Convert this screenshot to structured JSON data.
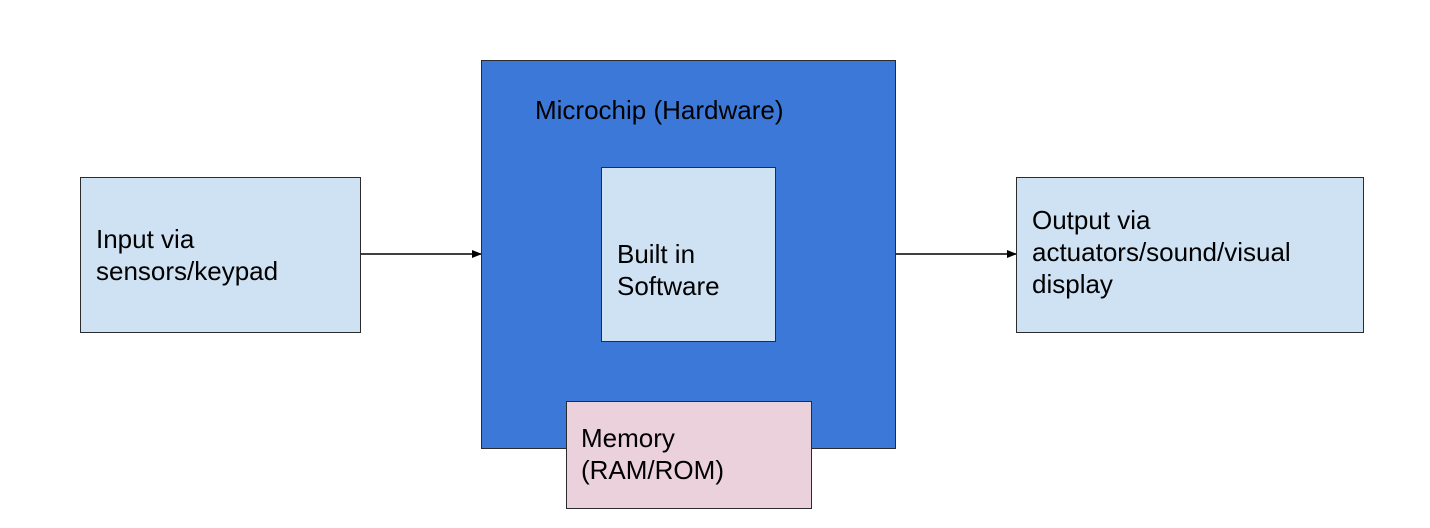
{
  "diagram": {
    "nodes": {
      "input": {
        "lines": [
          "Input via",
          "sensors/keypad"
        ],
        "fill": "#cfe2f3"
      },
      "microchip": {
        "title": "Microchip (Hardware)",
        "fill": "#3c78d8"
      },
      "software": {
        "lines": [
          "Built in",
          "Software"
        ],
        "fill": "#cfe2f3"
      },
      "memory": {
        "lines": [
          "Memory",
          "(RAM/ROM)"
        ],
        "fill": "#ead1dc"
      },
      "output": {
        "lines": [
          "Output via",
          "actuators/sound/visual",
          "display"
        ],
        "fill": "#cfe2f3"
      }
    },
    "edges": [
      {
        "from": "input",
        "to": "microchip"
      },
      {
        "from": "microchip",
        "to": "output"
      }
    ]
  }
}
